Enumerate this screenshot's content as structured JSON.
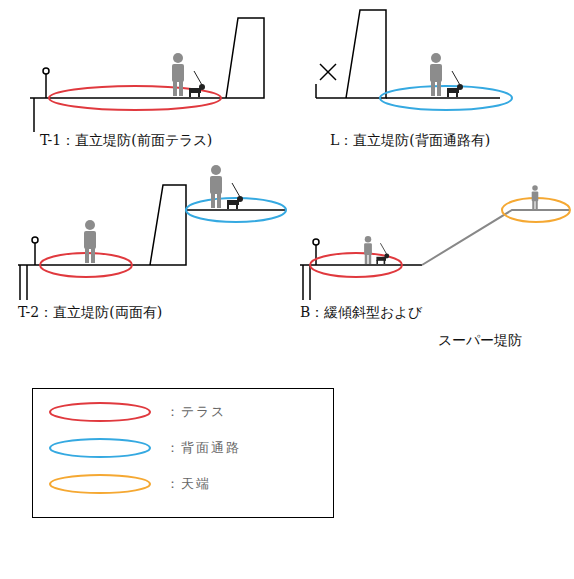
{
  "diagram": {
    "labels": [
      "T-1：直立堤防(前面テラス)",
      "L：直立堤防(背面通路有)",
      "T-2：直立堤防(両面有)",
      "B：緩傾斜型および",
      "スーパー堤防"
    ],
    "legend": [
      {
        "text": "：テラス",
        "color": "#e0393e"
      },
      {
        "text": "：背面通路",
        "color": "#35a9e1"
      },
      {
        "text": "：天端",
        "color": "#f5a832"
      }
    ]
  }
}
